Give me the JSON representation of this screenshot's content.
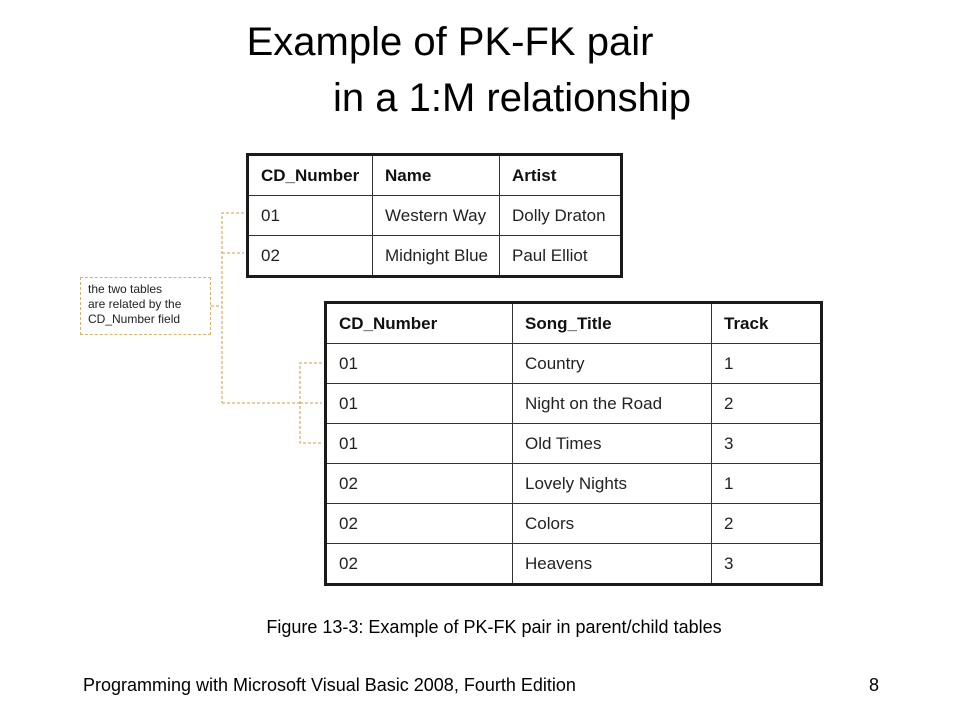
{
  "title": {
    "line1": "Example of PK-FK pair",
    "line2": "in a 1:M relationship"
  },
  "parent_table": {
    "headers": [
      "CD_Number",
      "Name",
      "Artist"
    ],
    "rows": [
      [
        "01",
        "Western Way",
        "Dolly Draton"
      ],
      [
        "02",
        "Midnight Blue",
        "Paul Elliot"
      ]
    ]
  },
  "child_table": {
    "headers": [
      "CD_Number",
      "Song_Title",
      "Track"
    ],
    "rows": [
      [
        "01",
        "Country",
        "1"
      ],
      [
        "01",
        "Night on the Road",
        "2"
      ],
      [
        "01",
        "Old Times",
        "3"
      ],
      [
        "02",
        "Lovely Nights",
        "1"
      ],
      [
        "02",
        "Colors",
        "2"
      ],
      [
        "02",
        "Heavens",
        "3"
      ]
    ]
  },
  "annotation": "the two tables\nare related by the\nCD_Number field",
  "caption": "Figure 13-3: Example of PK-FK pair in parent/child tables",
  "footer": {
    "text": "Programming with Microsoft Visual Basic 2008, Fourth Edition",
    "page": "8"
  },
  "colors": {
    "connector": "#d4b36a",
    "table_border": "#1a1a1a"
  }
}
